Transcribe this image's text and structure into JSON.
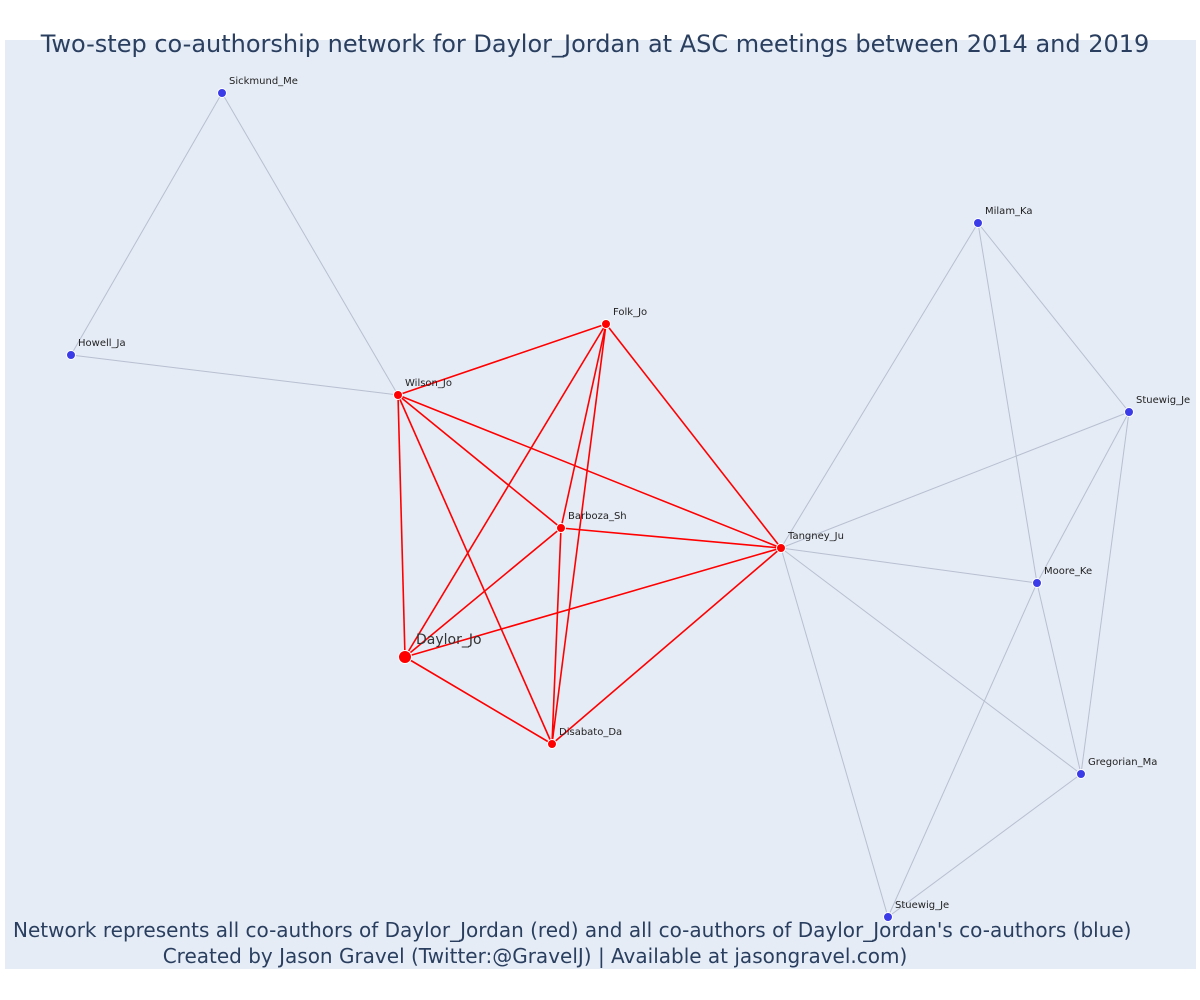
{
  "title": "Two-step co-authorship network for Daylor_Jordan at ASC meetings between 2014 and 2019",
  "footer": {
    "line1": "Network represents all co-authors of Daylor_Jordan (red) and all co-authors of Daylor_Jordan's co-authors (blue)",
    "line2": "Created by Jason Gravel (Twitter:@GravelJ) | Available at jasongravel.com)"
  },
  "colors": {
    "background": "#e5ecf6",
    "first_degree": "#ff0000",
    "second_degree": "#3b3be8",
    "second_degree_edge": "#b8bfd0",
    "text": "#2a3f5f"
  },
  "chart_data": {
    "type": "network",
    "focal_node": "Daylor_Jo",
    "nodes": [
      {
        "id": "Daylor_Jo",
        "label": "Daylor_Jo",
        "group": "focal"
      },
      {
        "id": "Wilson_Jo",
        "label": "Wilson_Jo",
        "group": "first"
      },
      {
        "id": "Folk_Jo",
        "label": "Folk_Jo",
        "group": "first"
      },
      {
        "id": "Barboza_Sh",
        "label": "Barboza_Sh",
        "group": "first"
      },
      {
        "id": "Tangney_Ju",
        "label": "Tangney_Ju",
        "group": "first"
      },
      {
        "id": "Disabato_Da",
        "label": "Disabato_Da",
        "group": "first"
      },
      {
        "id": "Sickmund_Me",
        "label": "Sickmund_Me",
        "group": "second"
      },
      {
        "id": "Howell_Ja",
        "label": "Howell_Ja",
        "group": "second"
      },
      {
        "id": "Milam_Ka",
        "label": "Milam_Ka",
        "group": "second"
      },
      {
        "id": "Stuewig_Je_1",
        "label": "Stuewig_Je",
        "group": "second"
      },
      {
        "id": "Moore_Ke",
        "label": "Moore_Ke",
        "group": "second"
      },
      {
        "id": "Gregorian_Ma",
        "label": "Gregorian_Ma",
        "group": "second"
      },
      {
        "id": "Stuewig_Je_2",
        "label": "Stuewig_Je",
        "group": "second"
      }
    ],
    "edges": [
      {
        "source": "Wilson_Jo",
        "target": "Folk_Jo",
        "type": "first"
      },
      {
        "source": "Wilson_Jo",
        "target": "Barboza_Sh",
        "type": "first"
      },
      {
        "source": "Wilson_Jo",
        "target": "Tangney_Ju",
        "type": "first"
      },
      {
        "source": "Wilson_Jo",
        "target": "Daylor_Jo",
        "type": "first"
      },
      {
        "source": "Wilson_Jo",
        "target": "Disabato_Da",
        "type": "first"
      },
      {
        "source": "Folk_Jo",
        "target": "Daylor_Jo",
        "type": "first"
      },
      {
        "source": "Folk_Jo",
        "target": "Barboza_Sh",
        "type": "first"
      },
      {
        "source": "Folk_Jo",
        "target": "Disabato_Da",
        "type": "first"
      },
      {
        "source": "Folk_Jo",
        "target": "Tangney_Ju",
        "type": "first"
      },
      {
        "source": "Barboza_Sh",
        "target": "Tangney_Ju",
        "type": "first"
      },
      {
        "source": "Barboza_Sh",
        "target": "Daylor_Jo",
        "type": "first"
      },
      {
        "source": "Barboza_Sh",
        "target": "Disabato_Da",
        "type": "first"
      },
      {
        "source": "Tangney_Ju",
        "target": "Daylor_Jo",
        "type": "first"
      },
      {
        "source": "Tangney_Ju",
        "target": "Disabato_Da",
        "type": "first"
      },
      {
        "source": "Daylor_Jo",
        "target": "Disabato_Da",
        "type": "first"
      },
      {
        "source": "Sickmund_Me",
        "target": "Howell_Ja",
        "type": "second"
      },
      {
        "source": "Sickmund_Me",
        "target": "Wilson_Jo",
        "type": "second"
      },
      {
        "source": "Howell_Ja",
        "target": "Wilson_Jo",
        "type": "second"
      },
      {
        "source": "Milam_Ka",
        "target": "Tangney_Ju",
        "type": "second"
      },
      {
        "source": "Milam_Ka",
        "target": "Stuewig_Je_1",
        "type": "second"
      },
      {
        "source": "Milam_Ka",
        "target": "Moore_Ke",
        "type": "second"
      },
      {
        "source": "Stuewig_Je_1",
        "target": "Tangney_Ju",
        "type": "second"
      },
      {
        "source": "Stuewig_Je_1",
        "target": "Moore_Ke",
        "type": "second"
      },
      {
        "source": "Stuewig_Je_1",
        "target": "Gregorian_Ma",
        "type": "second"
      },
      {
        "source": "Tangney_Ju",
        "target": "Moore_Ke",
        "type": "second"
      },
      {
        "source": "Tangney_Ju",
        "target": "Gregorian_Ma",
        "type": "second"
      },
      {
        "source": "Tangney_Ju",
        "target": "Stuewig_Je_2",
        "type": "second"
      },
      {
        "source": "Moore_Ke",
        "target": "Gregorian_Ma",
        "type": "second"
      },
      {
        "source": "Moore_Ke",
        "target": "Stuewig_Je_2",
        "type": "second"
      },
      {
        "source": "Gregorian_Ma",
        "target": "Stuewig_Je_2",
        "type": "second"
      }
    ]
  }
}
